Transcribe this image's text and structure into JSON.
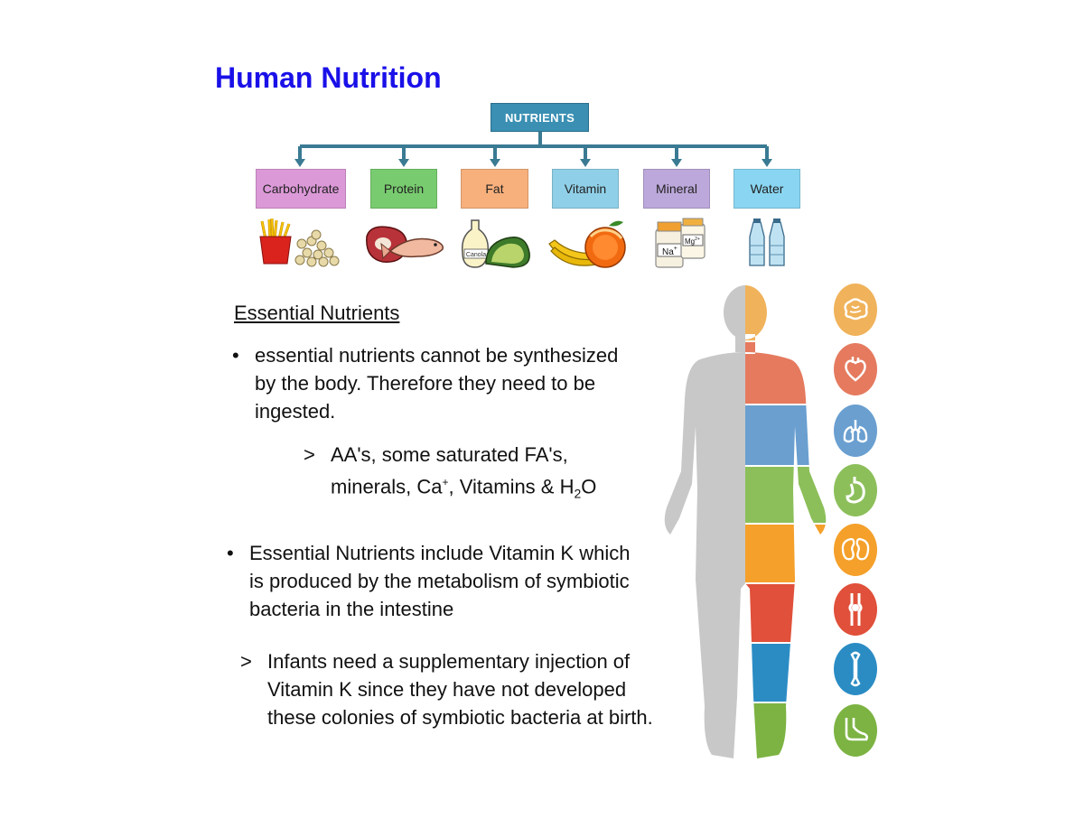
{
  "title": "Human Nutrition",
  "diagram": {
    "root": "NUTRIENTS",
    "categories": [
      {
        "label": "Carbohydrate",
        "color": "#dc99d8",
        "food": "fries-and-cereal-icon"
      },
      {
        "label": "Protein",
        "color": "#78cc6f",
        "food": "meat-and-fish-icon"
      },
      {
        "label": "Fat",
        "color": "#f7b07c",
        "food": "oil-and-avocado-icon"
      },
      {
        "label": "Vitamin",
        "color": "#8fd0e8",
        "food": "banana-and-orange-icon"
      },
      {
        "label": "Mineral",
        "color": "#bca8db",
        "food": "mineral-supplements-icon"
      },
      {
        "label": "Water",
        "color": "#8ad6f2",
        "food": "water-bottles-icon"
      }
    ],
    "connector_color": "#3a7a93",
    "supplement_labels": {
      "na": "Na",
      "na_sup": "+",
      "mg": "Mg",
      "mg_sup": "2+"
    },
    "canola_label": "Canola"
  },
  "section": {
    "heading": "Essential Nutrients",
    "bullet1": {
      "marker": "•",
      "lines": [
        "essential nutrients cannot be synthesized",
        "by the body. Therefore they need to be",
        "ingested."
      ]
    },
    "sub1": {
      "marker": ">",
      "line1": "AA's, some saturated FA's,",
      "line2_a": "minerals, Ca",
      "line2_sup": "+",
      "line2_b": ", Vitamins & H",
      "line2_sub": "2",
      "line2_c": "O"
    },
    "bullet2": {
      "marker": "•",
      "lines": [
        "Essential Nutrients include Vitamin K which",
        "is produced by the metabolism of symbiotic",
        "bacteria in the intestine"
      ]
    },
    "sub2": {
      "marker": ">",
      "lines": [
        "Infants need a supplementary injection of",
        "Vitamin K since they have not developed",
        "these colonies of symbiotic bacteria at birth."
      ]
    }
  },
  "body_figure": {
    "silhouette_color": "#c8c8c8",
    "bands": [
      "#f0b25a",
      "#e57a5e",
      "#6a9fd0",
      "#8cbf5a",
      "#f4a02a",
      "#e0503a",
      "#2b8cc4",
      "#7cb342"
    ],
    "organ_icons": [
      {
        "name": "brain-icon",
        "color": "#f0b25a"
      },
      {
        "name": "heart-icon",
        "color": "#e57a5e"
      },
      {
        "name": "lungs-icon",
        "color": "#6a9fd0"
      },
      {
        "name": "stomach-icon",
        "color": "#8cbf5a"
      },
      {
        "name": "kidneys-icon",
        "color": "#f4a02a"
      },
      {
        "name": "joint-icon",
        "color": "#e0503a"
      },
      {
        "name": "bone-icon",
        "color": "#2b8cc4"
      },
      {
        "name": "foot-icon",
        "color": "#7cb342"
      }
    ]
  }
}
